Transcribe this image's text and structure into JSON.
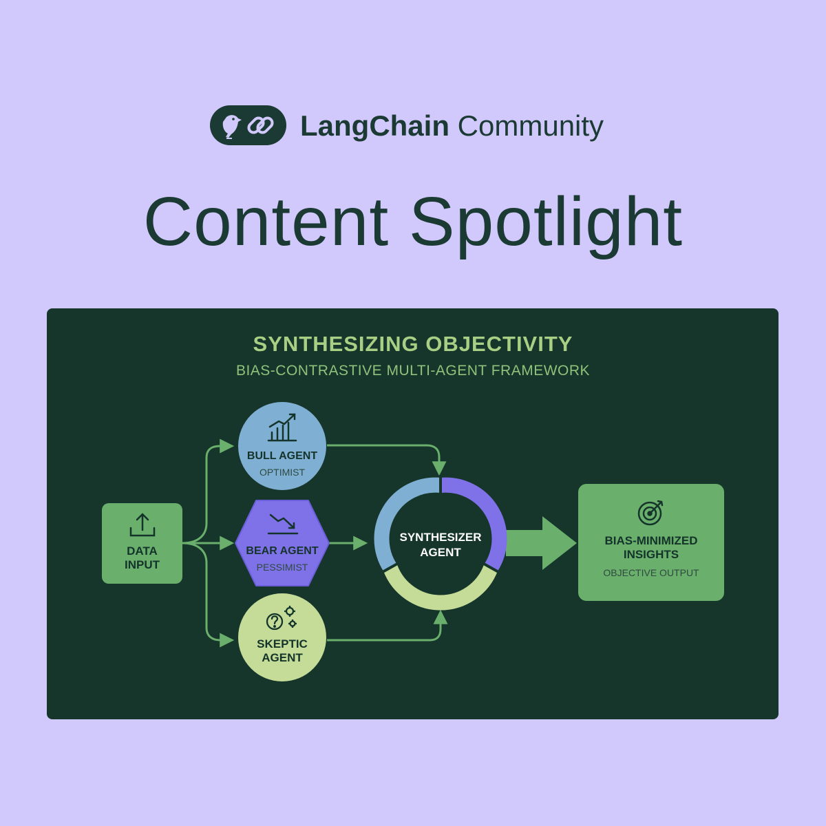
{
  "header": {
    "brand_bold": "LangChain",
    "brand_regular": "Community",
    "headline": "Content Spotlight"
  },
  "diagram": {
    "title": "SYNTHESIZING OBJECTIVITY",
    "subtitle": "BIAS-CONTRASTIVE MULTI-AGENT FRAMEWORK",
    "nodes": {
      "input": {
        "label_line1": "DATA",
        "label_line2": "INPUT",
        "icon": "upload-icon"
      },
      "bull": {
        "label": "BULL AGENT",
        "sublabel": "OPTIMIST",
        "icon": "chart-up-icon"
      },
      "bear": {
        "label": "BEAR AGENT",
        "sublabel": "PESSIMIST",
        "icon": "trend-down-icon"
      },
      "skeptic": {
        "label_line1": "SKEPTIC",
        "label_line2": "AGENT",
        "icon": "question-gears-icon"
      },
      "synthesizer": {
        "label_line1": "SYNTHESIZER",
        "label_line2": "AGENT"
      },
      "output": {
        "label_line1": "BIAS-MINIMIZED",
        "label_line2": "INSIGHTS",
        "sublabel": "OBJECTIVE OUTPUT",
        "icon": "target-icon"
      }
    }
  },
  "colors": {
    "background": "#d1c9fb",
    "panel": "#16352b",
    "green": "#6aaf6c",
    "blue": "#7fb0d3",
    "purple": "#7f72e8",
    "lime": "#c4dc98",
    "dark": "#1b3a33"
  }
}
